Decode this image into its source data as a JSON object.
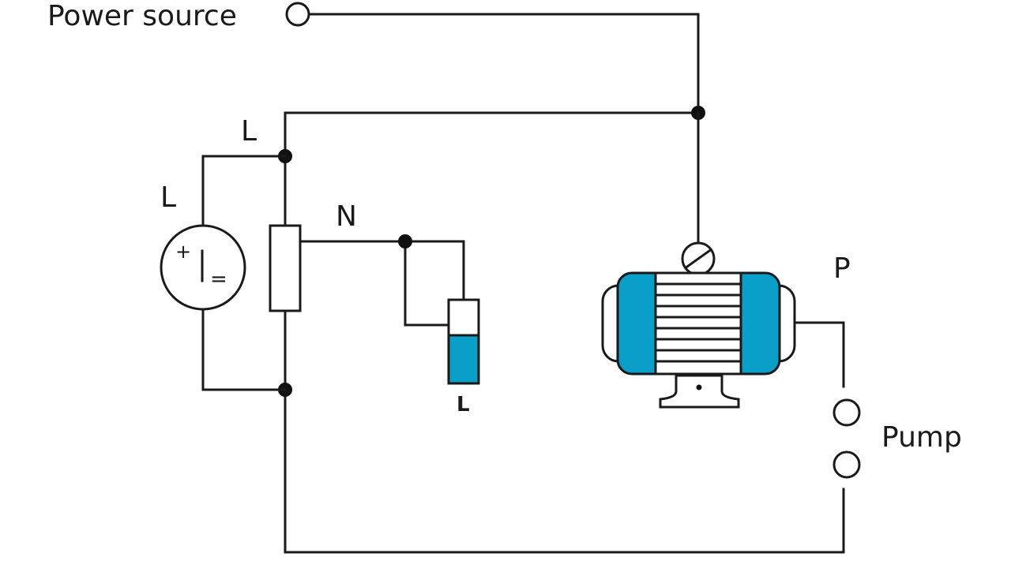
{
  "labels": {
    "power_source": "Power source",
    "l_top": "L",
    "l_left": "L",
    "n": "N",
    "l_sensor": "L",
    "p": "P",
    "pump": "Pump"
  },
  "symbols": {
    "dc_plus": "+",
    "dc_minus": "="
  },
  "colors": {
    "accent": "#0a9fc8",
    "line": "#1a1a1a"
  }
}
